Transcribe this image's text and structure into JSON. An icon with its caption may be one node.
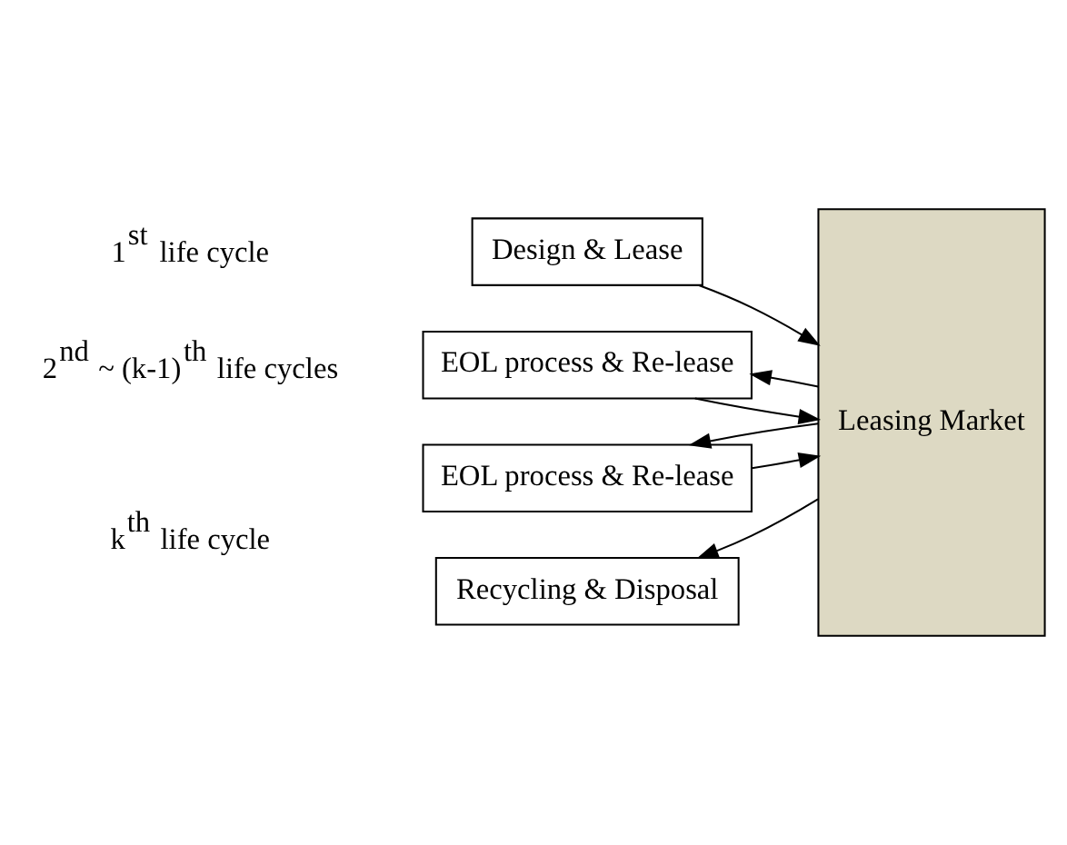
{
  "diagram": {
    "nodes": [
      {
        "text": [
          "Design & Lease"
        ]
      },
      {
        "text": [
          "EOL process & Re-lease"
        ]
      },
      {
        "text": [
          "EOL process & Re-lease"
        ]
      },
      {
        "text": [
          "Recycling & Disposal"
        ]
      },
      {
        "text": [
          "Leasing Market"
        ]
      }
    ],
    "edges": [
      {
        "from": 0,
        "to": 4,
        "arrow": "to"
      },
      {
        "from": 4,
        "to": 1,
        "arrow": "to"
      },
      {
        "from": 1,
        "to": 4,
        "arrow": "to"
      },
      {
        "from": 4,
        "to": 2,
        "arrow": "to"
      },
      {
        "from": 2,
        "to": 4,
        "arrow": "to"
      },
      {
        "from": 4,
        "to": 3,
        "arrow": "to"
      }
    ],
    "labels": [
      "1$^{st}$ life cycle",
      "2$^{nd}$ ~ (k-1)$^{th}$ life cycles",
      "k$^{th}$ life cycle"
    ]
  }
}
